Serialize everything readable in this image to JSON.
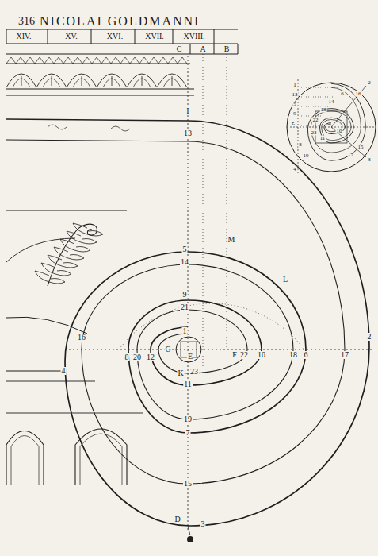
{
  "diagram": {
    "title": "NICOLAI GOLDMANNI",
    "labels": [
      "316",
      "XIV.",
      "XV.",
      "XVI.",
      "XVII.",
      "XVIII.",
      "C",
      "A",
      "B",
      "I",
      "13",
      "M",
      "L",
      "5",
      "14",
      "9",
      "21",
      "1",
      "G",
      "E",
      "F",
      "22",
      "10",
      "18",
      "6",
      "17",
      "2",
      "16",
      "8",
      "20",
      "12",
      "4",
      "K",
      "23",
      "11",
      "19",
      "7",
      "15",
      "D",
      "3",
      "1",
      "13",
      "5",
      "9",
      "E",
      "4",
      "2",
      "16",
      "6",
      "14",
      "18",
      "22",
      "23",
      "11",
      "7",
      "3",
      "15",
      "19",
      "8",
      "10"
    ]
  }
}
